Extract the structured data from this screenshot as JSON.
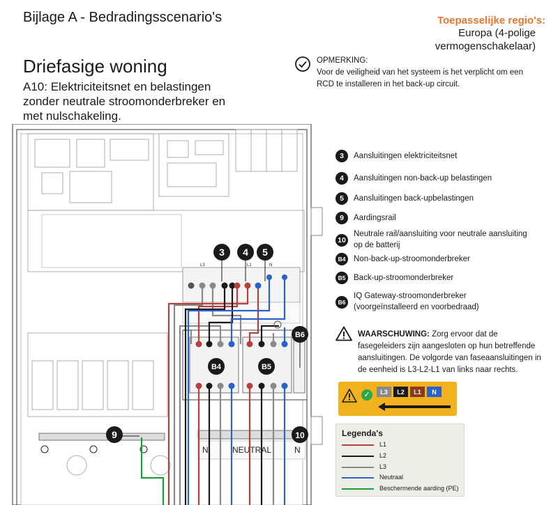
{
  "header": {
    "title": "Bijlage A - Bedradingsscenario's",
    "region_label": "Toepasselijke regio's:",
    "region_value": "Europa (4-polige vermogenschakelaar)"
  },
  "section_title": "Driefasige woning",
  "scenario_title": "A10: Elektriciteitsnet en belastingen zonder neutrale stroomonderbreker en met nulschakeling.",
  "note": {
    "title": "OPMERKING:",
    "text": "Voor de veiligheid van het systeem is het verplicht om een RCD te installeren in het back-up circuit."
  },
  "legend_items": [
    {
      "badge": "3",
      "text": "Aansluitingen elektriciteitsnet"
    },
    {
      "badge": "4",
      "text": "Aansluitingen non-back-up belastingen"
    },
    {
      "badge": "5",
      "text": "Aansluitingen back-upbelastingen"
    },
    {
      "badge": "9",
      "text": "Aardingsrail"
    },
    {
      "badge": "10",
      "text": "Neutrale rail/aansluiting voor neutrale aansluiting op de batterij"
    },
    {
      "badge": "B4",
      "text": "Non-back-up-stroomonderbreker"
    },
    {
      "badge": "B5",
      "text": "Back-up-stroomonderbreker"
    },
    {
      "badge": "B6",
      "text": "IQ Gateway-stroomonderbreker (voorgeïnstalleerd en voorbedraad)"
    }
  ],
  "warning": {
    "label": "WAARSCHUWING:",
    "text": "Zorg ervoor dat de fasegeleiders zijn aangesloten op hun betreffende aansluitingen. De volgorde van faseaansluitingen in de eenheid is L3-L2-L1 van links naar rechts."
  },
  "callouts": {
    "c3": "3",
    "c4": "4",
    "c5": "5",
    "c9": "9",
    "c10": "10",
    "b4": "B4",
    "b5": "B5",
    "b6": "B6"
  },
  "diagram_labels": {
    "neutral": "NEUTRAL",
    "n_left": "N",
    "n_right": "N",
    "l3": "L3",
    "l1": "L1",
    "n_top": "N"
  },
  "phase_label": {
    "l3": "L3",
    "l2": "L2",
    "l1": "L1",
    "n": "N"
  },
  "wire_legend": {
    "title": "Legenda's",
    "items": [
      {
        "label": "L1",
        "color": "#b5413f"
      },
      {
        "label": "L2",
        "color": "#1a1a1a"
      },
      {
        "label": "L3",
        "color": "#8a8a8a"
      },
      {
        "label": "Neutraal",
        "color": "#2a62c9"
      },
      {
        "label": "Beschermende aarding (PE)",
        "color": "#1f9b3a"
      }
    ]
  },
  "colors": {
    "accent": "#e8762d",
    "l1": "#b5413f",
    "l2": "#1a1a1a",
    "l3": "#8a8a8a",
    "neutral": "#2a62c9",
    "pe": "#1f9b3a",
    "label_yellow": "#f2b21e"
  }
}
